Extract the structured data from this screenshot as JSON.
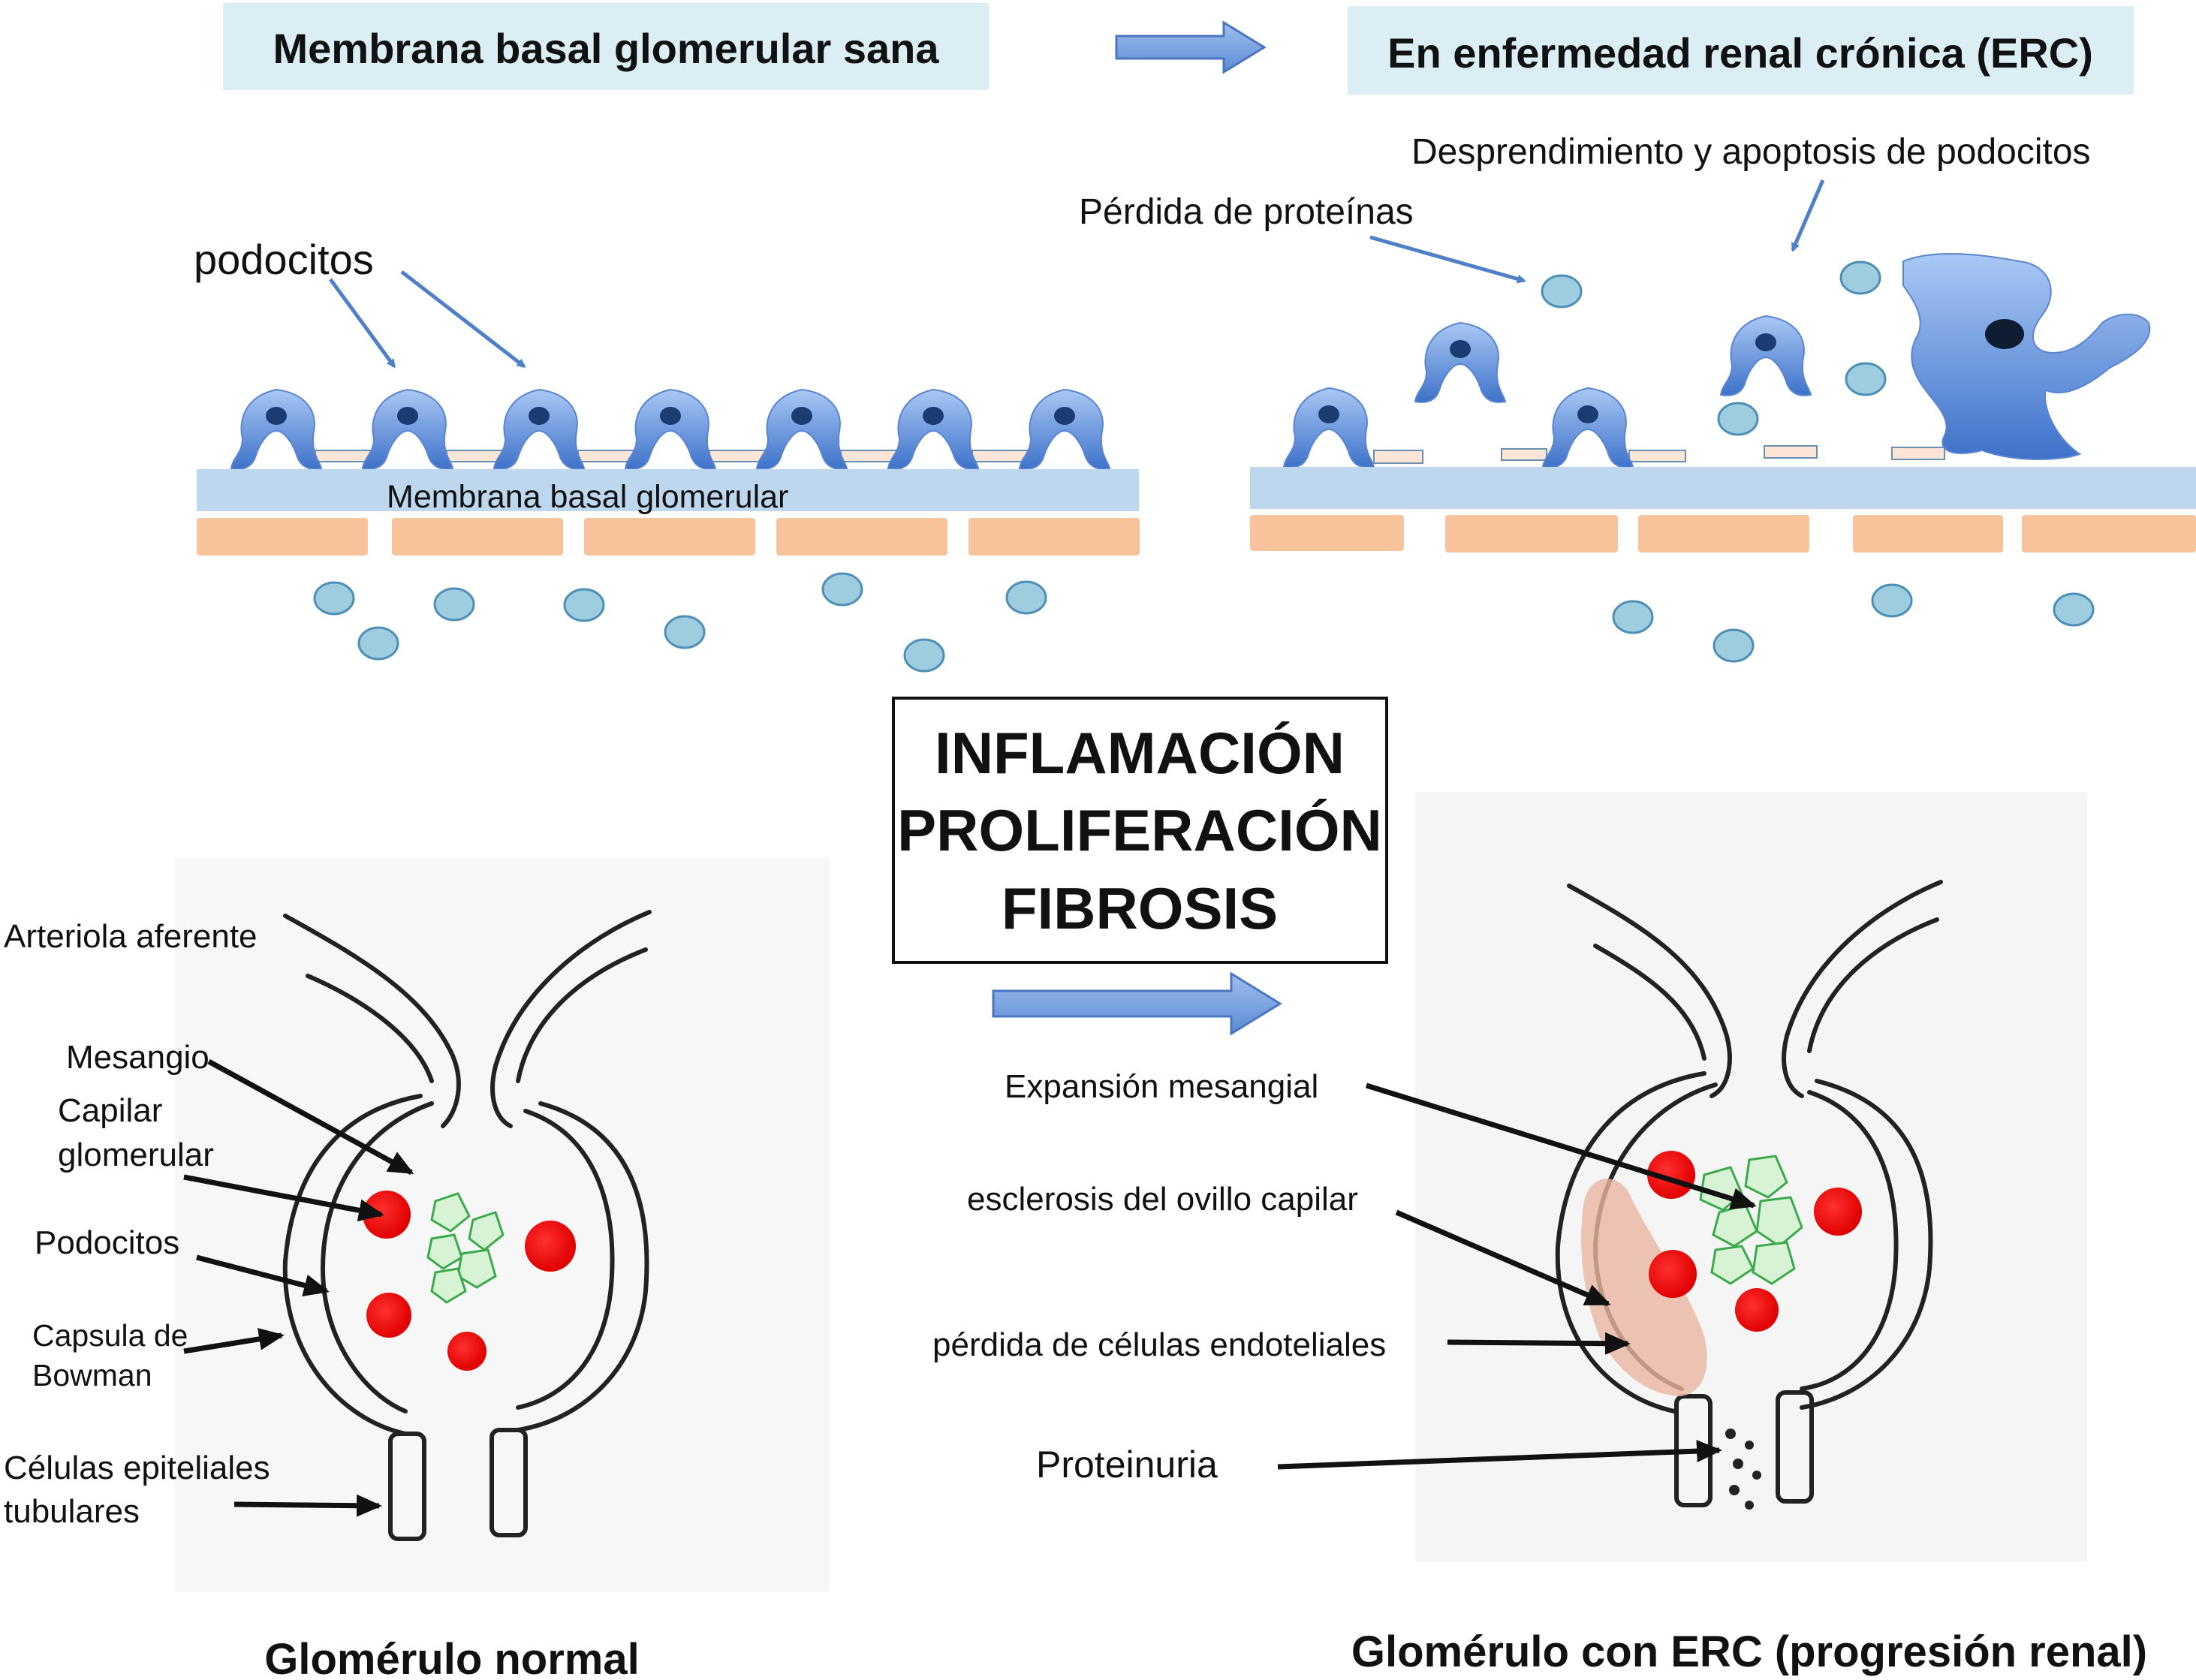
{
  "colors": {
    "header_bg": "#daeef3",
    "membrane": "#bdd7ee",
    "endothelium": "#f8c39b",
    "podocyte_light": "#a9c8f5",
    "podocyte_dark": "#3e72c9",
    "protein": "#9fcde0",
    "arrow_blue": "#5b8bd4",
    "red_cell": "#e00000",
    "mesangial_green": "#3aaa4a",
    "sclerosis": "#eab7a1"
  },
  "top": {
    "healthy_title": "Membrana basal glomerular sana",
    "ckd_title": "En enfermedad renal crónica (ERC)",
    "podocitos": "podocitos",
    "membrane_label": "Membrana basal glomerular",
    "protein_loss": "Pérdida de proteínas",
    "detachment": "Desprendimiento y apoptosis de podocitos"
  },
  "center": {
    "line1": "INFLAMACIÓN",
    "line2": "PROLIFERACIÓN",
    "line3": "FIBROSIS"
  },
  "left_labels": {
    "arteriola": "Arteriola aferente",
    "mesangio": "Mesangio",
    "capilar1": "Capilar",
    "capilar2": "glomerular",
    "podocitos": "Podocitos",
    "capsula1": "Capsula de",
    "capsula2": "Bowman",
    "celulas1": "Células epiteliales",
    "celulas2": "tubulares"
  },
  "right_labels": {
    "expansion": "Expansión mesangial",
    "esclerosis": "esclerosis del ovillo capilar",
    "perdida": "pérdida de células endoteliales",
    "proteinuria": "Proteinuria"
  },
  "captions": {
    "normal": "Glomérulo normal",
    "ckd": "Glomérulo con ERC (progresión renal)"
  }
}
